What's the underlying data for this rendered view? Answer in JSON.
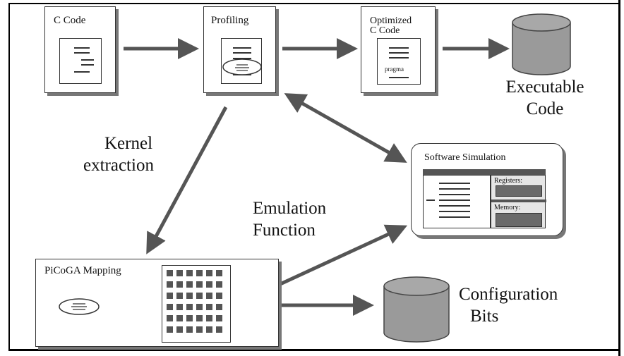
{
  "nodes": {
    "c_code": "C Code",
    "profiling": "Profiling",
    "optimized_line1": "Optimized",
    "optimized_line2": "C Code",
    "pragma": "pragma",
    "executable_line1": "Executable",
    "executable_line2": "Code",
    "software_simulation": "Software Simulation",
    "registers": "Registers:",
    "memory": "Memory:",
    "picoga_mapping": "PiCoGA Mapping",
    "configuration_line1": "Configuration",
    "configuration_line2": "Bits"
  },
  "edges": {
    "kernel_line1": "Kernel",
    "kernel_line2": "extraction",
    "emulation_line1": "Emulation",
    "emulation_line2": "Function"
  },
  "colors": {
    "arrow": "#555555",
    "cylinder": "#9a9a9a",
    "panel_dark": "#6a6a6a"
  }
}
